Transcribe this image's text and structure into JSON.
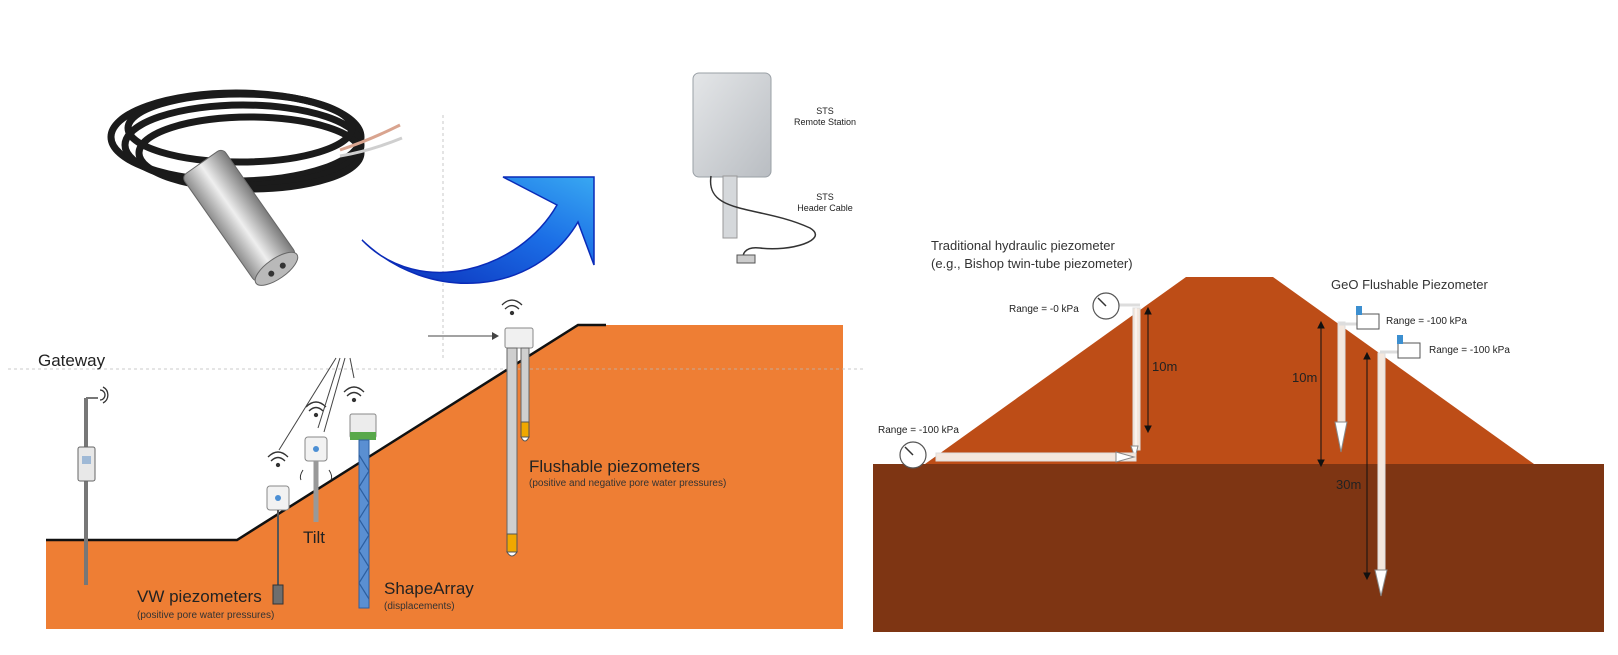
{
  "left_panel": {
    "gateway_label": "Gateway",
    "tilt_label": "Tilt",
    "vw_piezometers": {
      "title": "VW piezometers",
      "subtitle": "(positive pore water pressures)"
    },
    "shapearray": {
      "title": "ShapeArray",
      "subtitle": "(displacements)"
    },
    "flushable_piezometers": {
      "title": "Flushable piezometers",
      "subtitle": "(positive and negative pore water pressures)"
    },
    "sts_remote_station": {
      "line1": "STS",
      "line2": "Remote Station"
    },
    "sts_header_cable": {
      "line1": "STS",
      "line2": "Header Cable"
    }
  },
  "right_panel": {
    "traditional": {
      "line1": "Traditional hydraulic piezometer",
      "line2": "(e.g., Bishop twin-tube piezometer)"
    },
    "geo_flushable": "GeO Flushable Piezometer",
    "range_top_left": "Range = -0 kPa",
    "range_bottom_left": "Range = -100 kPa",
    "range_right_upper": "Range = -100 kPa",
    "range_right_lower": "Range = -100 kPa",
    "dim_left_10m": "10m",
    "dim_right_10m": "10m",
    "dim_right_30m": "30m"
  },
  "colors": {
    "slope_orange": "#ee7e34",
    "embankment": "#bd4d17",
    "foundation": "#7e3513",
    "arrow_blue": "#1e63d6",
    "shapearray_blue": "#5a8fd2"
  }
}
